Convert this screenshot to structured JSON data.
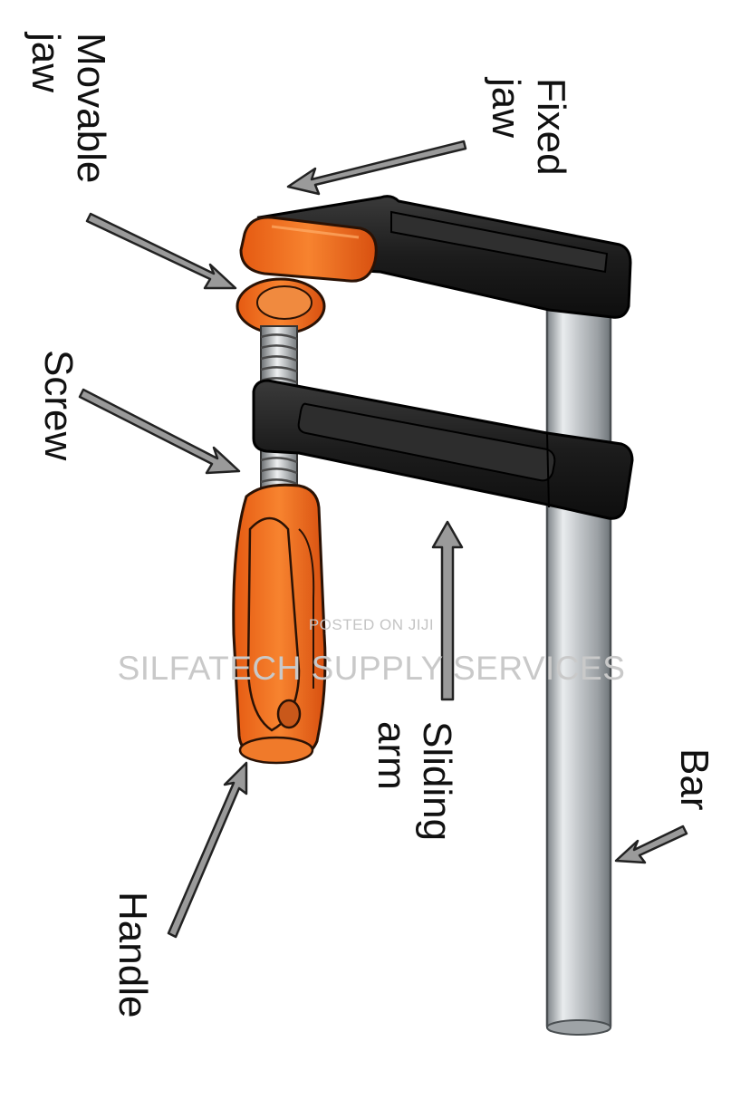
{
  "labels": {
    "fixed_jaw": [
      "Fixed",
      "jaw"
    ],
    "movable_jaw": [
      "Movable",
      "jaw"
    ],
    "screw": "Screw",
    "sliding_arm": [
      "Sliding",
      "arm"
    ],
    "bar": "Bar",
    "handle": "Handle"
  },
  "watermark": {
    "posted": "POSTED ON JIJI",
    "seller": "SILFATECH SUPPLY SERVICES"
  },
  "colors": {
    "orange": "#f26a1b",
    "orange_dark": "#c14a0c",
    "black_part": "#1c1c1c",
    "black_highlight": "#3a3a3a",
    "steel": "#b8bcbf",
    "arrow_fill": "#9a9a9a"
  }
}
